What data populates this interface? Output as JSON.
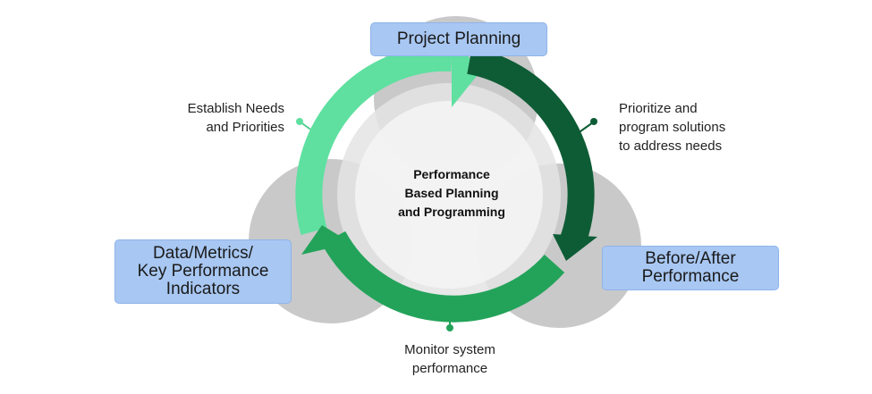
{
  "boxes": {
    "top": "Project Planning",
    "left": "Data/Metrics/\nKey Performance\nIndicators",
    "right": "Before/After\nPerformance"
  },
  "center_text": "Performance\nBased Planning\nand Programming",
  "labels": {
    "top_left": "Establish Needs\nand Priorities",
    "top_right": "Prioritize and\nprogram solutions\nto address needs",
    "bottom": "Monitor system\nperformance"
  },
  "colors": {
    "box_fill": "#a8c7f2",
    "arc_light": "#5fe0a0",
    "arc_dark": "#0e5c35",
    "arc_mid": "#23a35a",
    "circle_gray": "#c8c8c8",
    "inner_gray": "#e3e3e3"
  }
}
